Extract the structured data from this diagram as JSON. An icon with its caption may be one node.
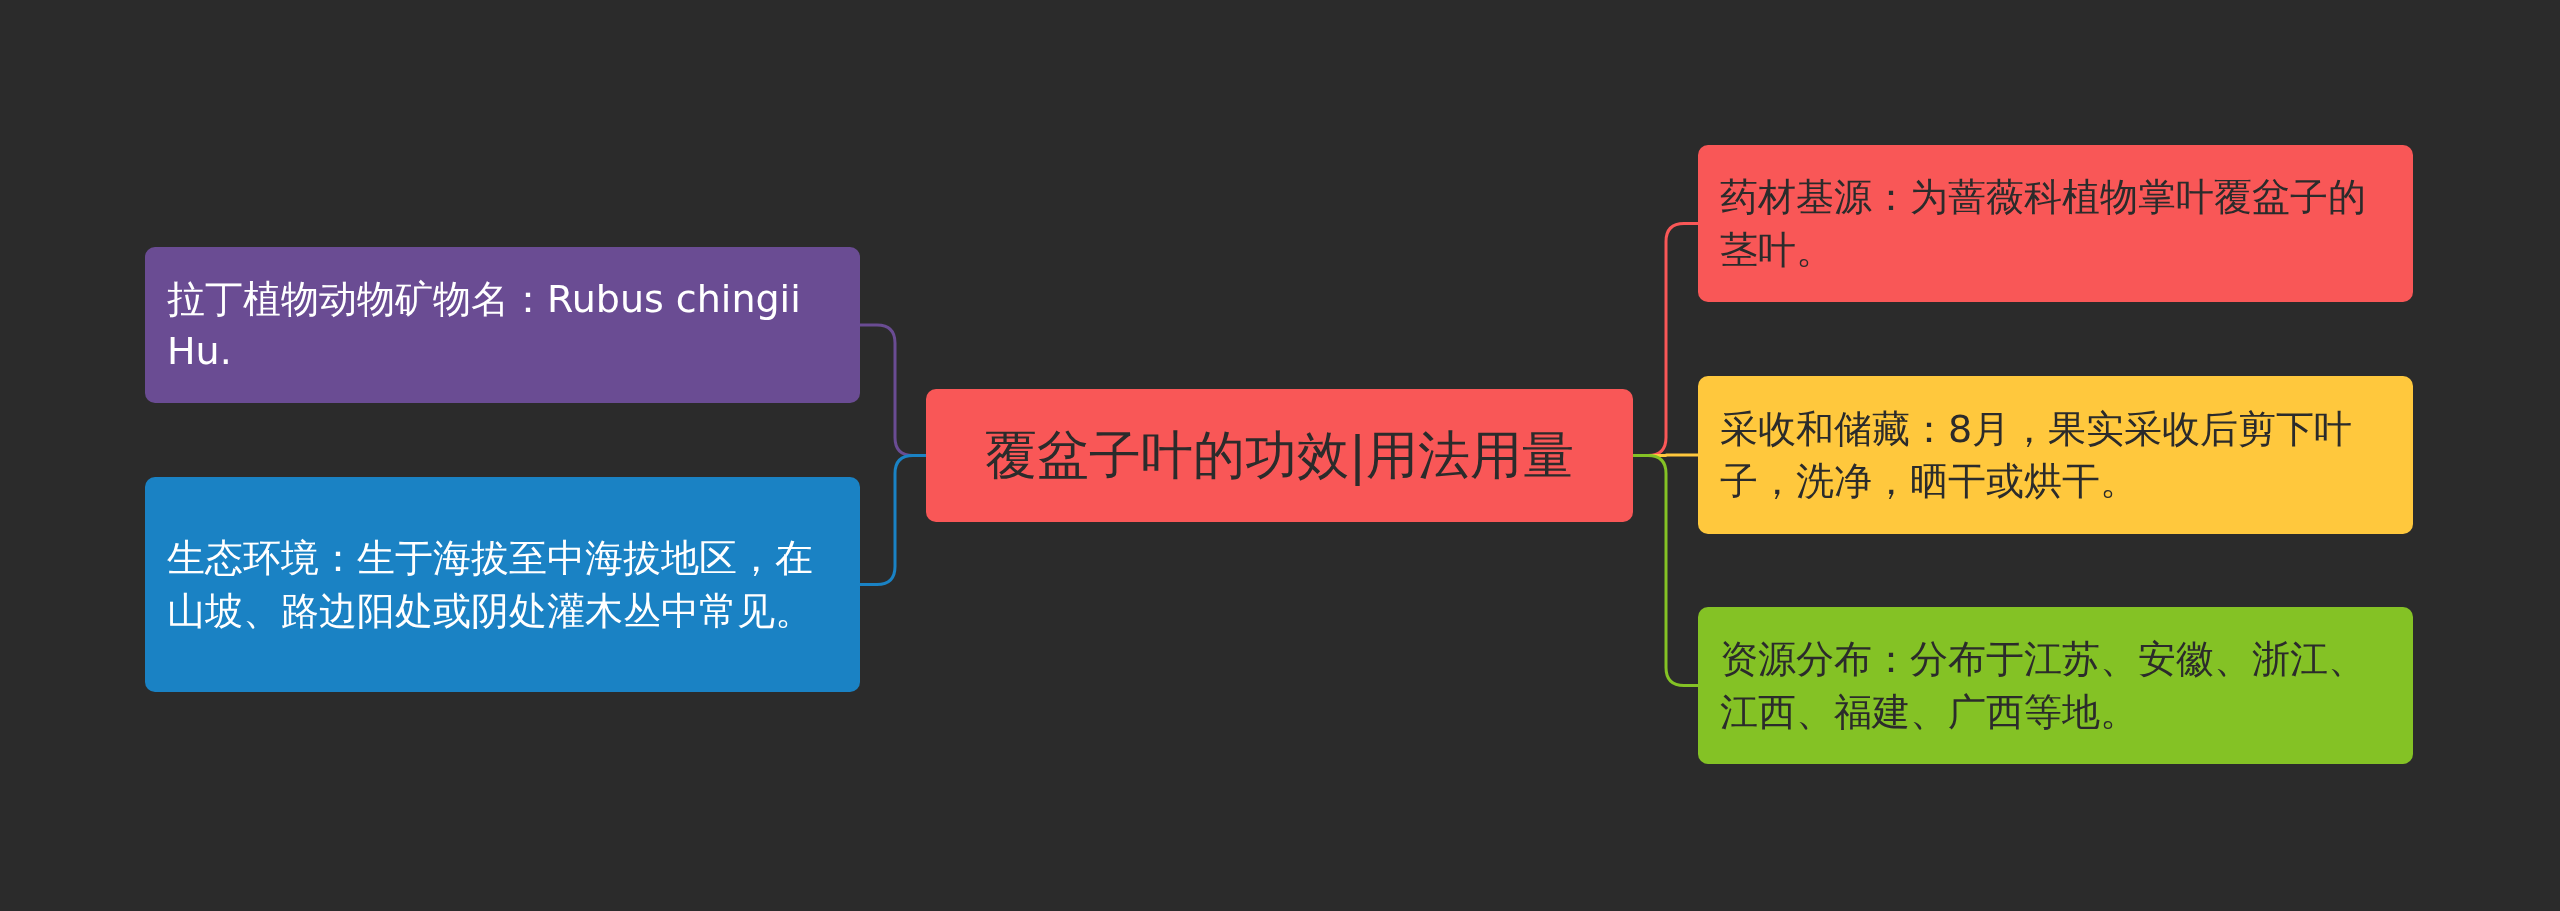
{
  "diagram": {
    "nodes": [
      {
        "text": [
          "覆盆子叶的功效|用法用量"
        ]
      },
      {
        "text": [
          "拉丁植物动物矿物名：Rubus chingii Hu."
        ]
      },
      {
        "text": [
          "生态环境：生于海拔至中海拔地区，在山坡、路边阳处或阴处灌木丛中常见。"
        ]
      },
      {
        "text": [
          "药材基源：为蔷薇科植物掌叶覆盆子的茎叶。"
        ]
      },
      {
        "text": [
          "采收和储藏：8月，果实采收后剪下叶子，洗净，晒干或烘干。"
        ]
      },
      {
        "text": [
          "资源分布：分布于江苏、安徽、浙江、江西、福建、广西等地。"
        ]
      }
    ],
    "edges": [
      {
        "from": 0,
        "to": 1,
        "arrow": "none",
        "color": "#6a4c93"
      },
      {
        "from": 0,
        "to": 2,
        "arrow": "none",
        "color": "#1a82c4"
      },
      {
        "from": 0,
        "to": 3,
        "arrow": "none",
        "color": "#f95757"
      },
      {
        "from": 0,
        "to": 4,
        "arrow": "none",
        "color": "#ffc83d"
      },
      {
        "from": 0,
        "to": 5,
        "arrow": "none",
        "color": "#84c225"
      }
    ]
  }
}
